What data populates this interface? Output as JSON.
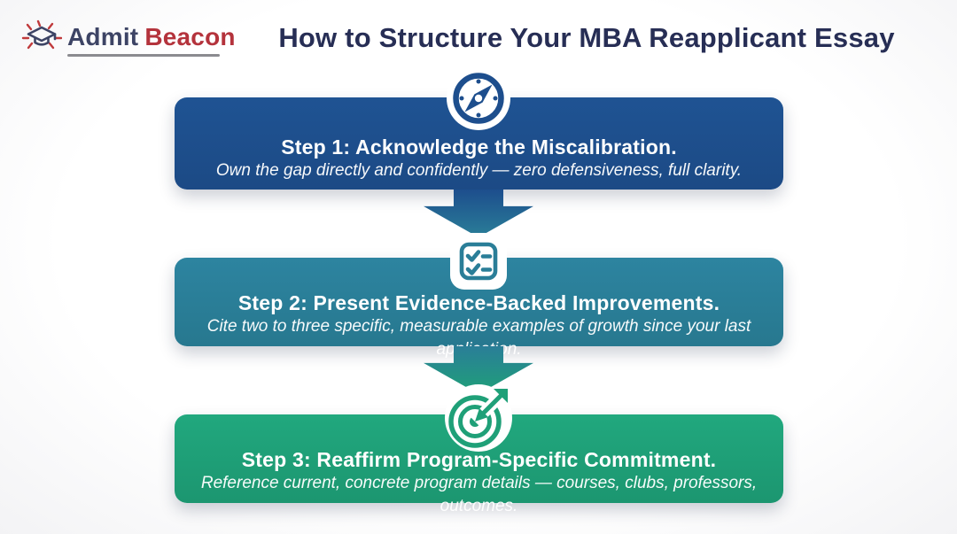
{
  "header": {
    "logo": {
      "word1": "Admit",
      "word2": "Beacon",
      "icon": "graduation-cap-beacon-icon"
    },
    "title": "How to Structure Your MBA Reapplicant Essay"
  },
  "steps": [
    {
      "icon": "compass-icon",
      "title": "Step 1: Acknowledge the Miscalibration.",
      "subtitle": "Own the gap directly and confidently — zero defensiveness, full clarity.",
      "color": "#1d4e8d"
    },
    {
      "icon": "checklist-icon",
      "title": "Step 2: Present Evidence-Backed Improvements.",
      "subtitle": "Cite two to three specific, measurable examples of growth since your last application.",
      "color": "#2a7e98"
    },
    {
      "icon": "target-icon",
      "title": "Step 3: Reaffirm Program-Specific Commitment.",
      "subtitle": "Reference current, concrete program details — courses, clubs, professors, outcomes.",
      "color": "#1fa078"
    }
  ],
  "colors": {
    "title_navy": "#272e55",
    "logo_navy": "#3d4465",
    "logo_red": "#b4333c",
    "step1_blue": "#1d4e8d",
    "step2_teal": "#2a7e98",
    "step3_green": "#1fa078",
    "background": "#fdfdfd",
    "text_on_banner": "#ffffff"
  }
}
